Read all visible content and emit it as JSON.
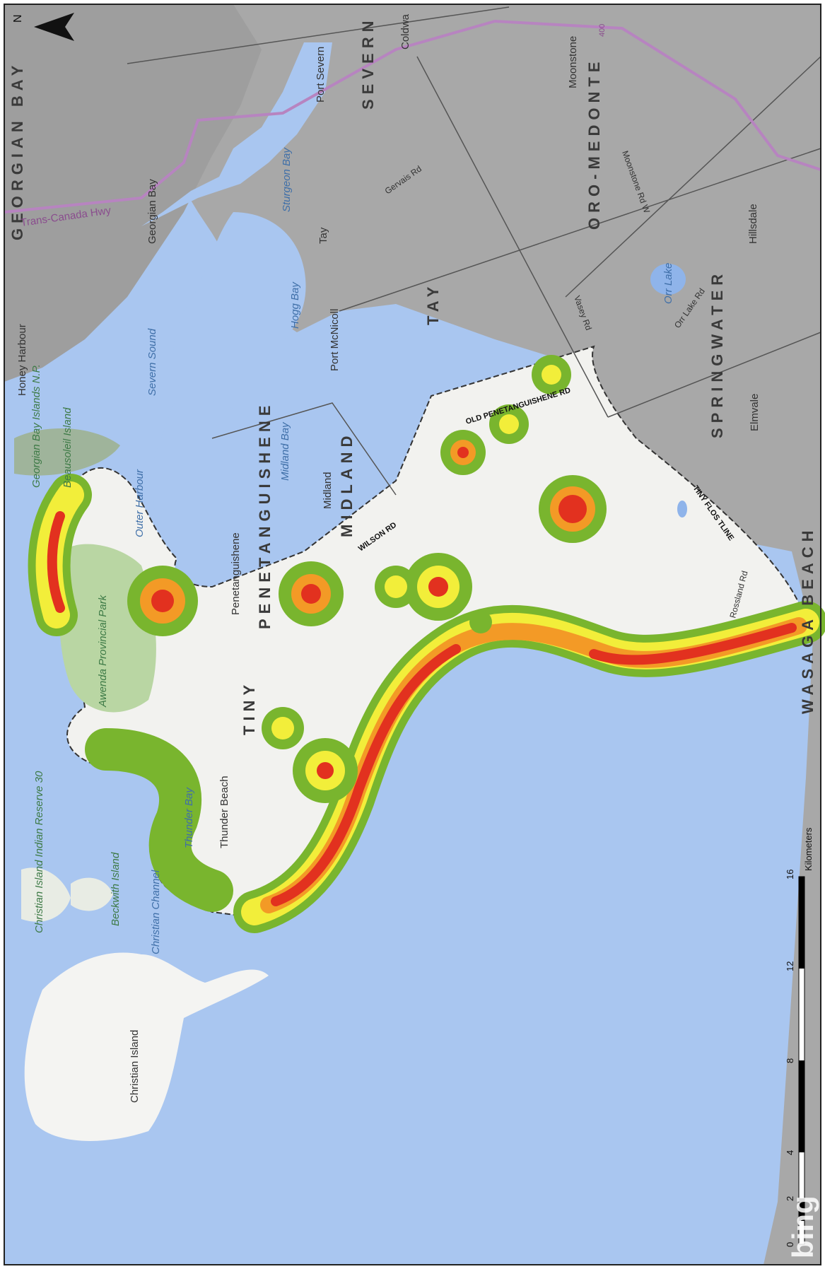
{
  "map": {
    "north_label": "N",
    "colors": {
      "water": "#a9c6f0",
      "lake_blue": "#8fb4ea",
      "land_grey": "#a8a8a8",
      "study_area": "#f2f2ef",
      "island_land": "#f4f4f2",
      "park_green": "#b9d6a3",
      "heat_green": "#79b52e",
      "heat_yellow": "#f2ee3a",
      "heat_orange": "#f39a26",
      "heat_red": "#e2311f",
      "highway": "#b784c0"
    },
    "municipalities": {
      "georgian_bay": "GEORGIAN BAY",
      "severn": "SEVERN",
      "oro_medonte": "ORO-MEDONTE",
      "tay": "TAY",
      "springwater": "SPRINGWATER",
      "midland": "MIDLAND",
      "penetanguishene": "PENETANGUISHENE",
      "tiny": "TINY",
      "wasaga_beach": "WASAGA BEACH"
    },
    "places": {
      "port_severn": "Port Severn",
      "coldwater": "Coldwa",
      "moonstone": "Moonstone",
      "georgian_bay_town": "Georgian Bay",
      "tay_town": "Tay",
      "port_mcnicoll": "Port McNicoll",
      "midland_town": "Midland",
      "penetanguishene_town": "Penetanguishene",
      "hillsdale": "Hillsdale",
      "elmvale": "Elmvale",
      "honey_harbour": "Honey Harbour",
      "thunder_beach": "Thunder Beach"
    },
    "water_labels": {
      "sturgeon_bay": "Sturgeon Bay",
      "hogg_bay": "Hogg Bay",
      "midland_bay": "Midland Bay",
      "outer_harbour": "Outer Harbour",
      "severn_sound": "Severn Sound",
      "christian_channel": "Christian Channel",
      "orr_lake": "Orr Lake",
      "thunder_bay": "Thunder Bay"
    },
    "green_labels": {
      "awenda": "Awenda Provincial Park",
      "christian_island_reserve": "Christian Island Indian Reserve 30",
      "beckwith_island": "Beckwith Island",
      "beausoleil_island": "Beausoleil Island",
      "georgian_bay_islands_np": "Georgian Bay Islands N.P."
    },
    "island_label": "Christian Island",
    "roads": {
      "old_penetanguishene_rd": "OLD PENETANGUISHENE RD",
      "wilson_rd": "WILSON RD",
      "tiny_flos_tline": "TINY FLOS TLINE",
      "gervais_rd": "Gervais Rd",
      "moonstone_rd_w": "Moonstone Rd W",
      "vasey_rd": "Vasey Rd",
      "orr_lake_rd": "Orr Lake Rd",
      "rossland_rd": "Rossland Rd",
      "hwy_trans_canada": "Trans-Canada Hwy",
      "hwy_400": "400"
    },
    "scale_bar": {
      "unit": "Kilometers",
      "ticks": [
        "0",
        "2",
        "4",
        "8",
        "12",
        "16"
      ]
    },
    "attribution": "bing"
  }
}
